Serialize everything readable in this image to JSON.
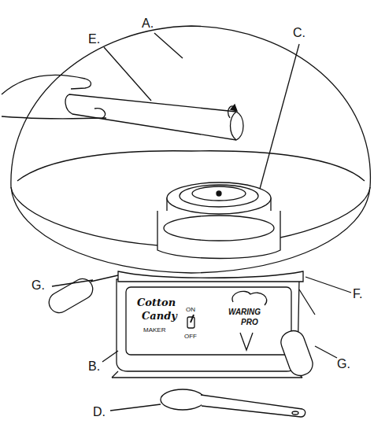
{
  "diagram": {
    "labels": [
      "A.",
      "E.",
      "C.",
      "G.",
      "F.",
      "B.",
      "G.",
      "D.",
      "Cotton",
      "Candy",
      "MAKER",
      "ON",
      "OFF",
      "WARING",
      "PRO"
    ]
  }
}
